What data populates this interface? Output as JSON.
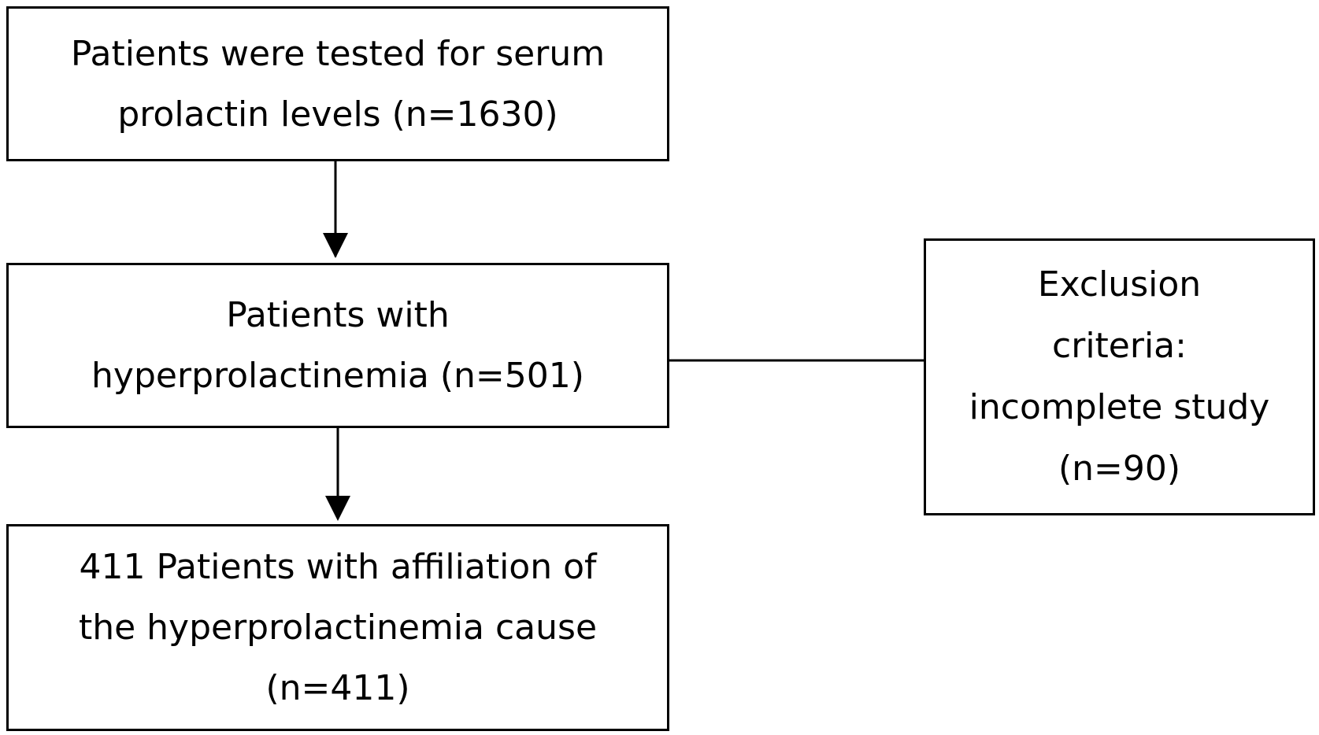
{
  "flowchart": {
    "nodes": {
      "tested": {
        "lines": [
          "Patients were tested for serum",
          "prolactin levels (n=1630)"
        ]
      },
      "hyperprolactinemia": {
        "lines": [
          "Patients with",
          "hyperprolactinemia (n=501)"
        ]
      },
      "final": {
        "lines": [
          "411 Patients with affiliation of",
          "the hyperprolactinemia cause",
          "(n=411)"
        ]
      },
      "exclusion": {
        "lines": [
          "Exclusion",
          "criteria:",
          "incomplete study",
          "(n=90)"
        ]
      }
    },
    "edges": [
      {
        "from": "tested",
        "to": "hyperprolactinemia",
        "style": "arrow"
      },
      {
        "from": "hyperprolactinemia",
        "to": "final",
        "style": "arrow"
      },
      {
        "from": "hyperprolactinemia",
        "to": "exclusion",
        "style": "line"
      }
    ],
    "colors": {
      "stroke": "#000000",
      "fill": "#ffffff",
      "text": "#000000"
    }
  }
}
